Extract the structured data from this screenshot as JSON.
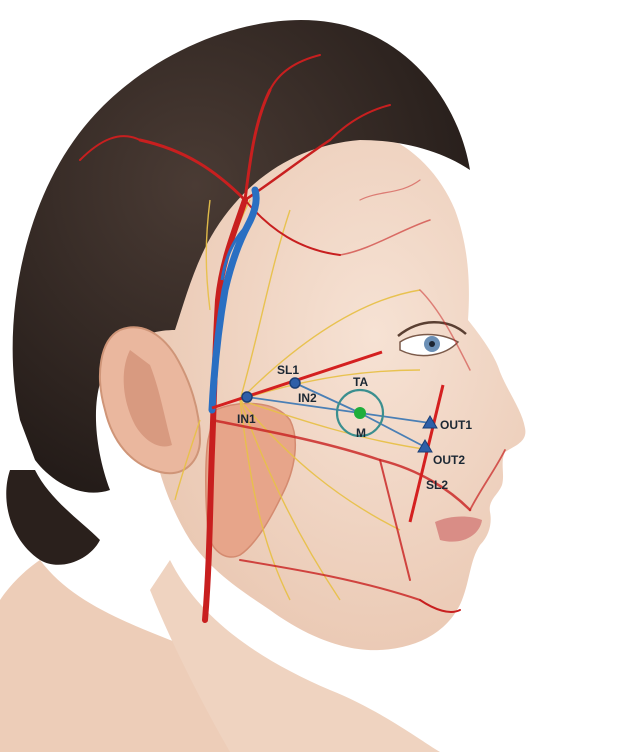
{
  "labels": {
    "sl1": "SL1",
    "in1": "IN1",
    "in2": "IN2",
    "ta": "TA",
    "m": "M",
    "out1": "OUT1",
    "out2": "OUT2",
    "sl2": "SL2"
  },
  "colors": {
    "skin": "#f1d6c4",
    "hair": "#2f2622",
    "artery": "#c81f1f",
    "vein": "#2a6fc2",
    "nerve": "#e8c14a",
    "gland": "#e7a58a",
    "surface_line": "#d42020",
    "path_line": "#4a7fb5",
    "marker": "#2e5fa8",
    "center": "#1fae3b",
    "target_ring": "#3b8f8f"
  },
  "icons": [
    "face-profile-illustration",
    "ear",
    "eye",
    "parotid-gland",
    "vessel-network",
    "nerve-network"
  ]
}
